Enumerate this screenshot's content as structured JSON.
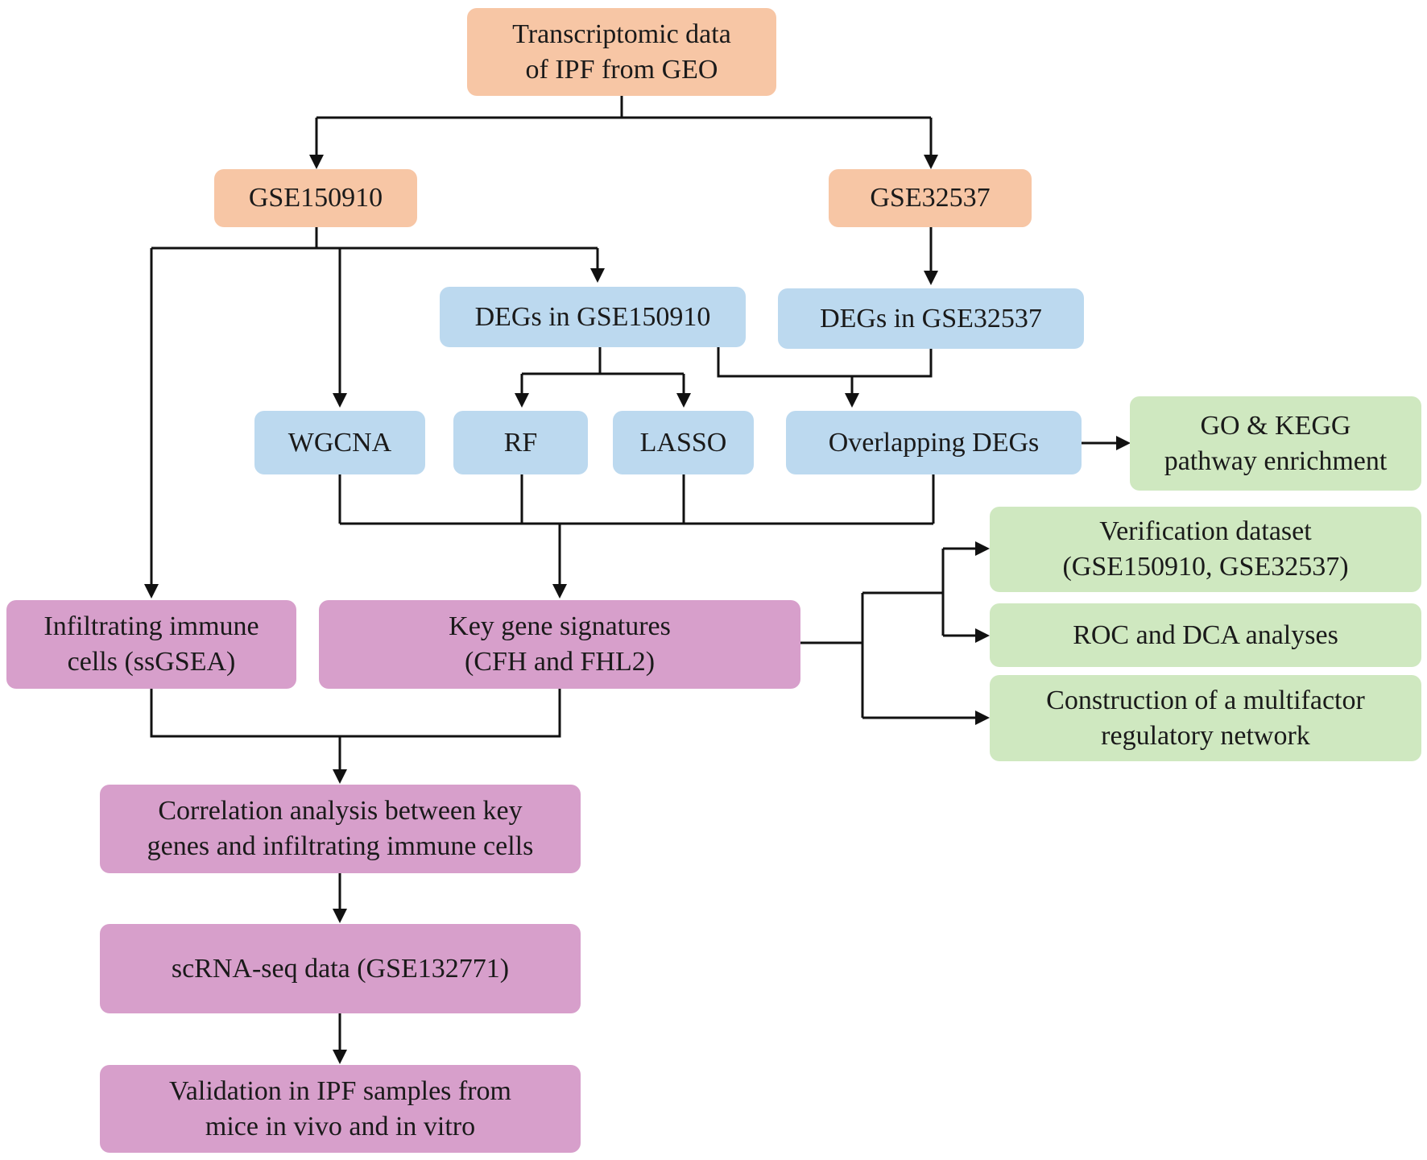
{
  "colors": {
    "source": "#f7c6a5",
    "analysis": "#bcd9ef",
    "downstream": "#cfe8c0",
    "result": "#d79fcb",
    "line": "#111111"
  },
  "nodes": {
    "transcriptomic": "Transcriptomic data\nof IPF from GEO",
    "gse150910": "GSE150910",
    "gse32537": "GSE32537",
    "degs_gse150910": "DEGs in GSE150910",
    "degs_gse32537": "DEGs in GSE32537",
    "wgcna": "WGCNA",
    "rf": "RF",
    "lasso": "LASSO",
    "overlapping_degs": "Overlapping DEGs",
    "go_kegg": "GO & KEGG\npathway enrichment",
    "verification": "Verification dataset\n(GSE150910, GSE32537)",
    "roc_dca": "ROC and DCA analyses",
    "multifactor": "Construction of a multifactor\nregulatory network",
    "immune_cells": "Infiltrating immune\ncells (ssGSEA)",
    "key_genes": "Key gene signatures\n(CFH and FHL2)",
    "correlation": "Correlation analysis between key\ngenes and infiltrating immune cells",
    "scrna": "scRNA-seq data (GSE132771)",
    "validation": "Validation in IPF samples from\nmice in vivo and in vitro"
  }
}
